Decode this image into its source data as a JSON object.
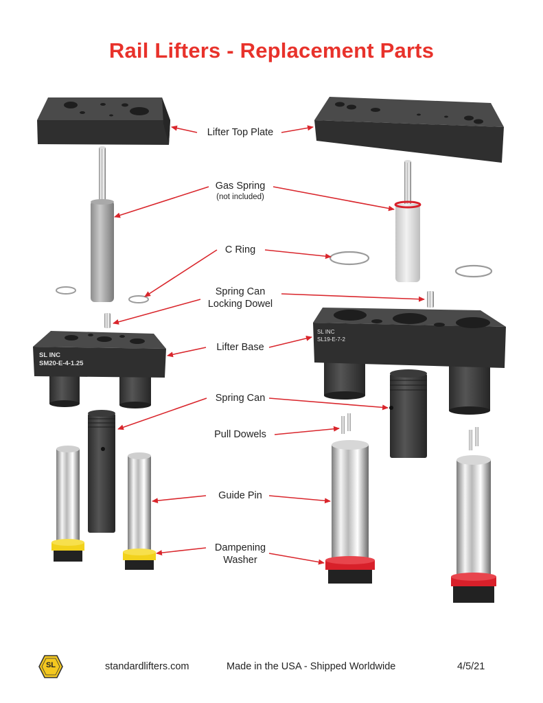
{
  "title": "Rail Lifters - Replacement Parts",
  "labels": {
    "top_plate": "Lifter Top Plate",
    "gas_spring": "Gas Spring",
    "gas_spring_note": "(not included)",
    "c_ring": "C Ring",
    "locking_dowel_1": "Spring Can",
    "locking_dowel_2": "Locking Dowel",
    "lifter_base": "Lifter Base",
    "spring_can": "Spring Can",
    "pull_dowels": "Pull Dowels",
    "guide_pin": "Guide Pin",
    "washer_1": "Dampening",
    "washer_2": "Washer"
  },
  "part_markings": {
    "left_base_line1": "SL INC",
    "left_base_line2": "SM20-E-4-1.25",
    "right_base_line1": "SL INC",
    "right_base_line2": "SL19-E-7-2"
  },
  "footer": {
    "logo_text": "SL",
    "website": "standardlifters.com",
    "tagline": "Made in the USA  -  Shipped Worldwide",
    "date": "4/5/21"
  },
  "colors": {
    "title": "#e8322b",
    "arrow": "#d9262c",
    "steel_dark": "#3a3a3a",
    "washer_yellow": "#f2d21b",
    "washer_red": "#d8202a",
    "logo_yellow": "#f4c81f"
  }
}
